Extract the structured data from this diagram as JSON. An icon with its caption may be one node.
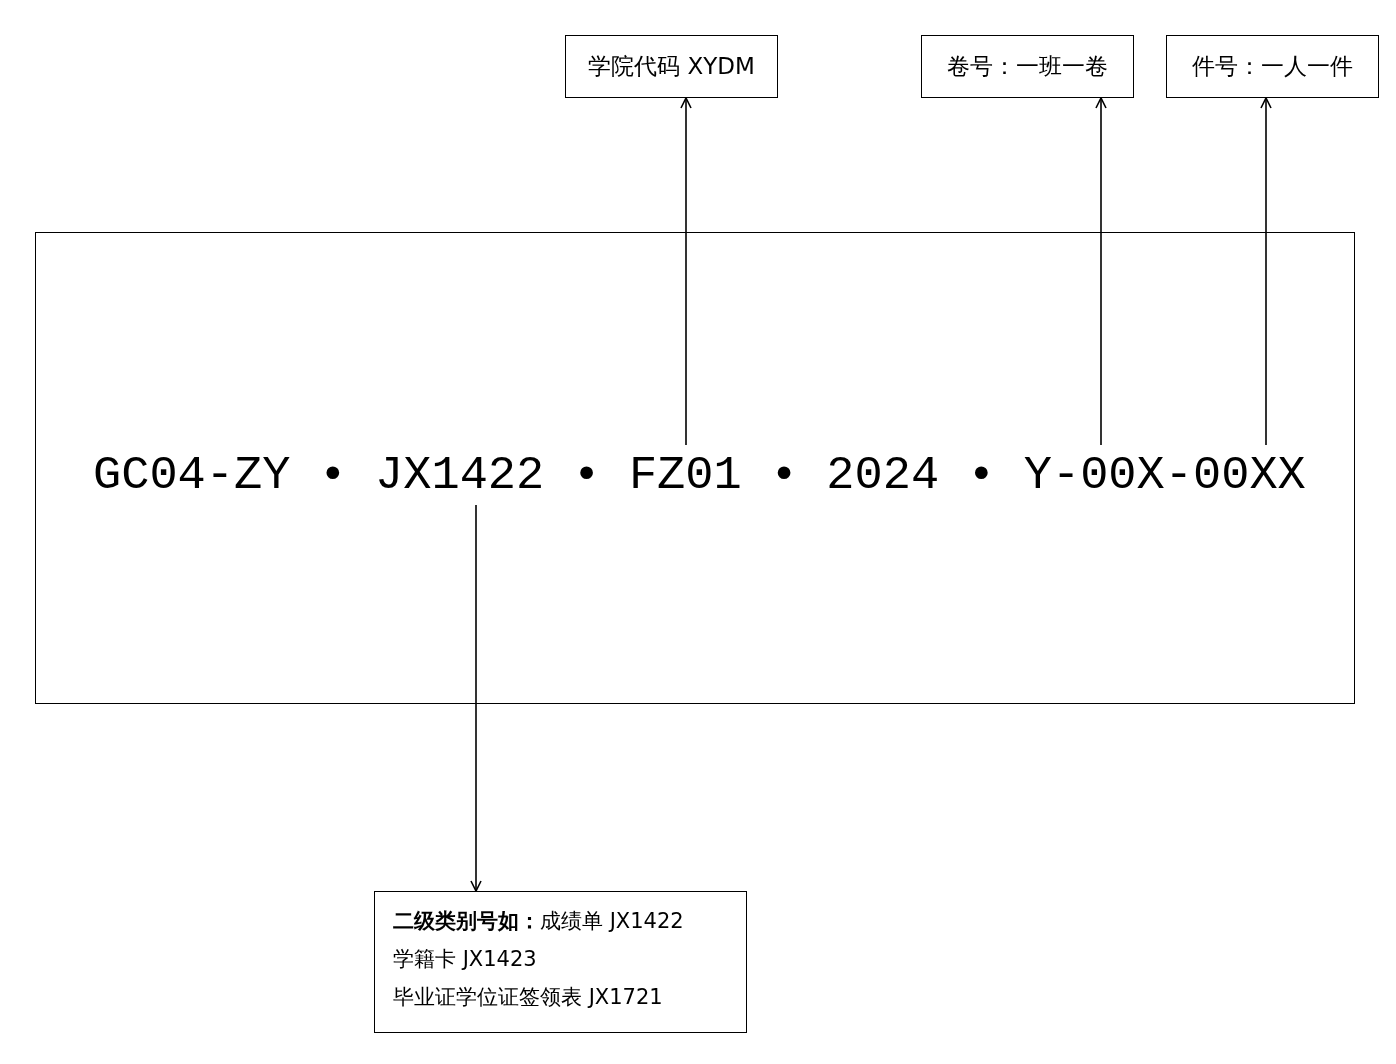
{
  "diagram": {
    "nodes": [
      {
        "text": [],
        "shape": "box"
      },
      {
        "text": [
          "GC04-ZY • JX1422 • FZ01 • 2024 • Y-00X-00XX"
        ],
        "in": 0
      },
      {
        "text": [
          "学院代码 XYDM"
        ]
      },
      {
        "text": [
          "卷号：一班一卷"
        ]
      },
      {
        "text": [
          "件号：一人一件"
        ]
      },
      {
        "text": [
          "**二级类别号如：**成绩单 JX1422",
          "学籍卡 JX1423",
          "毕业证学位证签领表 JX1721"
        ]
      }
    ],
    "edges": [
      {
        "from": 1,
        "to": 2,
        "arrow": "to"
      },
      {
        "from": 1,
        "to": 3,
        "arrow": "to"
      },
      {
        "from": 1,
        "to": 4,
        "arrow": "to"
      },
      {
        "from": 1,
        "to": 5,
        "arrow": "to"
      }
    ]
  }
}
